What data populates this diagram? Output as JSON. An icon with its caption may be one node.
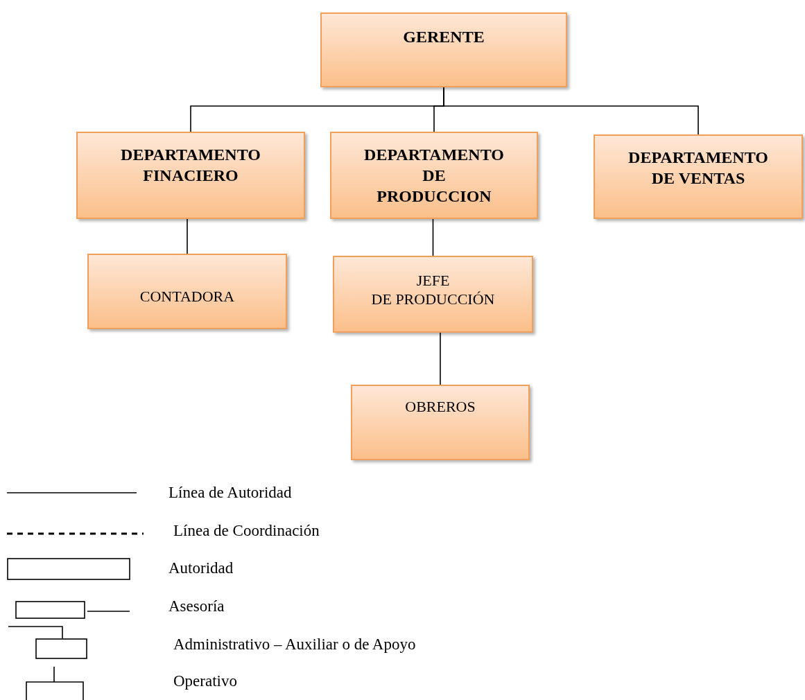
{
  "diagram": {
    "nodes": [
      {
        "text": [
          "GERENTE"
        ]
      },
      {
        "text": [
          "DEPARTAMENTO FINACIERO"
        ]
      },
      {
        "text": [
          "DEPARTAMENTO DE PRODUCCION"
        ]
      },
      {
        "text": [
          "DEPARTAMENTO DE VENTAS"
        ]
      },
      {
        "text": [
          "CONTADORA"
        ]
      },
      {
        "text": [
          "JEFE DE PRODUCCIÓN"
        ]
      },
      {
        "text": [
          "OBREROS"
        ]
      }
    ],
    "edges": [
      {
        "from": 0,
        "to": 1,
        "arrow": "none"
      },
      {
        "from": 0,
        "to": 2,
        "arrow": "none"
      },
      {
        "from": 0,
        "to": 3,
        "arrow": "none"
      },
      {
        "from": 1,
        "to": 4,
        "arrow": "none"
      },
      {
        "from": 2,
        "to": 5,
        "arrow": "none"
      },
      {
        "from": 5,
        "to": 6,
        "arrow": "none"
      }
    ],
    "legend": [
      {
        "text": "Línea de Autoridad"
      },
      {
        "text": "Línea de Coordinación"
      },
      {
        "text": "Autoridad"
      },
      {
        "text": "Asesoría"
      },
      {
        "text": "Administrativo – Auxiliar o de Apoyo"
      },
      {
        "text": "Operativo"
      }
    ]
  }
}
